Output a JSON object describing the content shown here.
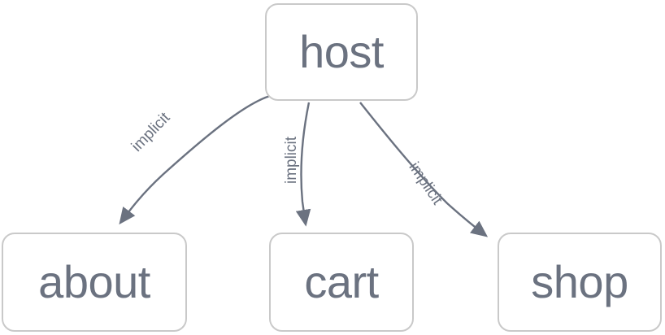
{
  "diagram": {
    "type": "directed-graph",
    "background_color": "#ffffff",
    "node_border_color": "#c9c9c9",
    "node_fill_color": "#ffffff",
    "text_color": "#6b7280",
    "edge_color": "#6b7280",
    "nodes": [
      {
        "id": "host",
        "label": "host"
      },
      {
        "id": "about",
        "label": "about"
      },
      {
        "id": "cart",
        "label": "cart"
      },
      {
        "id": "shop",
        "label": "shop"
      }
    ],
    "edges": [
      {
        "from": "host",
        "to": "about",
        "label": "implicit"
      },
      {
        "from": "host",
        "to": "cart",
        "label": "implicit"
      },
      {
        "from": "host",
        "to": "shop",
        "label": "implicit"
      }
    ]
  }
}
